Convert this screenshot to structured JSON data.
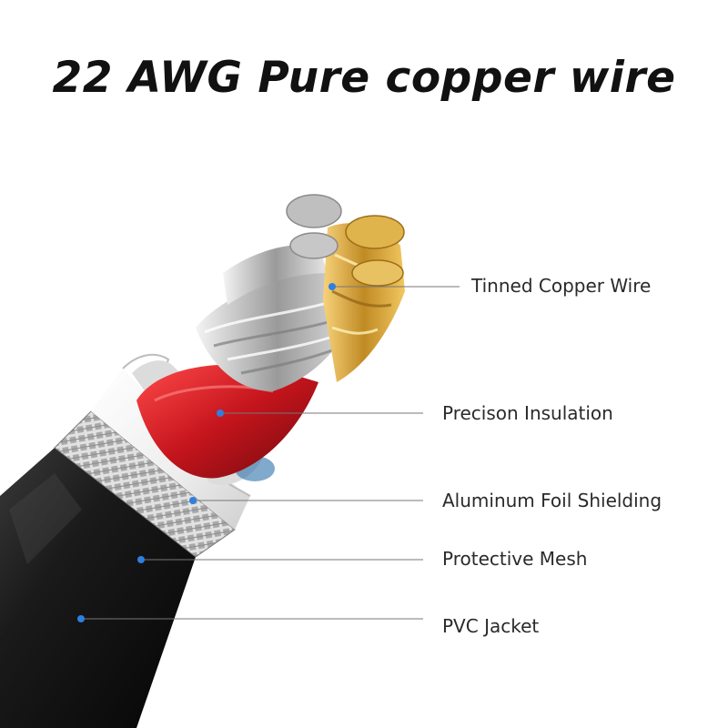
{
  "title": "22 AWG Pure copper wire",
  "colors": {
    "jacket": "#151515",
    "mesh": "#b7b7b7",
    "foil": "#f3f3f3",
    "insulation": "#c4141c",
    "copper": "#d9a63a",
    "tin": "#c9c9c9",
    "pointer": "#2f7fe0"
  },
  "callouts": [
    {
      "label": "Tinned Copper Wire"
    },
    {
      "label": "Precison Insulation"
    },
    {
      "label": "Aluminum Foil Shielding"
    },
    {
      "label": "Protective Mesh"
    },
    {
      "label": "PVC Jacket"
    }
  ]
}
